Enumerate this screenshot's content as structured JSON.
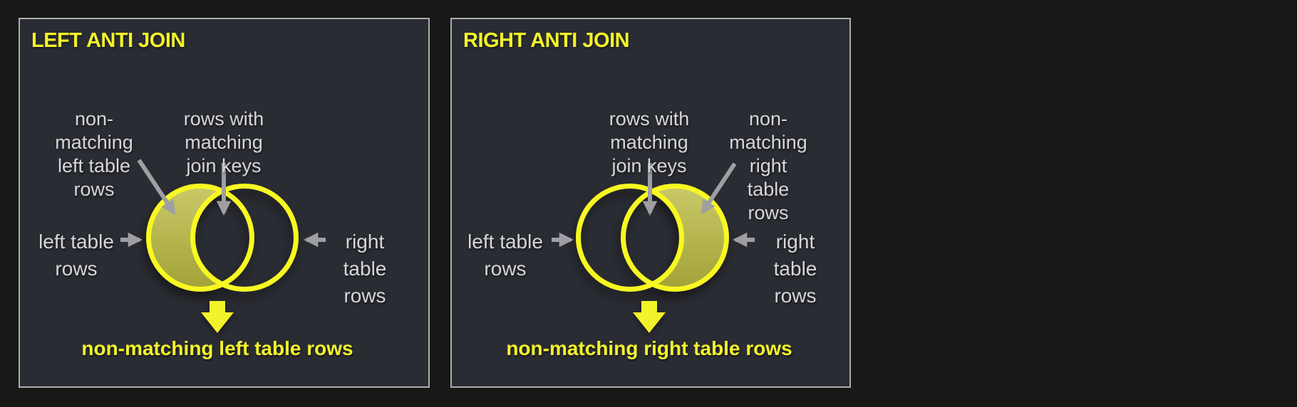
{
  "colors": {
    "page_bg": "#181817",
    "panel_bg": "#2a2c33",
    "panel_border": "#adadad",
    "accent_yellow": "#f3f32b",
    "circle_stroke": "#f8f822",
    "crescent_fill": "#b4b44a",
    "label_gray": "#d6d6d6",
    "arrow_gray": "#9f9fa3"
  },
  "panels": [
    {
      "title": "LEFT ANTI JOIN",
      "labels": {
        "non_matching": "non-\nmatching\nleft table\nrows",
        "matching_keys": "rows with\nmatching\njoin keys",
        "left_circle": "left table\nrows",
        "right_circle": "right table\nrows"
      },
      "shaded_region": "left table only",
      "result": "non-matching left table rows"
    },
    {
      "title": "RIGHT ANTI JOIN",
      "labels": {
        "non_matching": "non-\nmatching\nright table\nrows",
        "matching_keys": "rows with\nmatching\njoin keys",
        "left_circle": "left table\nrows",
        "right_circle": "right table\nrows"
      },
      "shaded_region": "right table only",
      "result": "non-matching right table rows"
    }
  ]
}
